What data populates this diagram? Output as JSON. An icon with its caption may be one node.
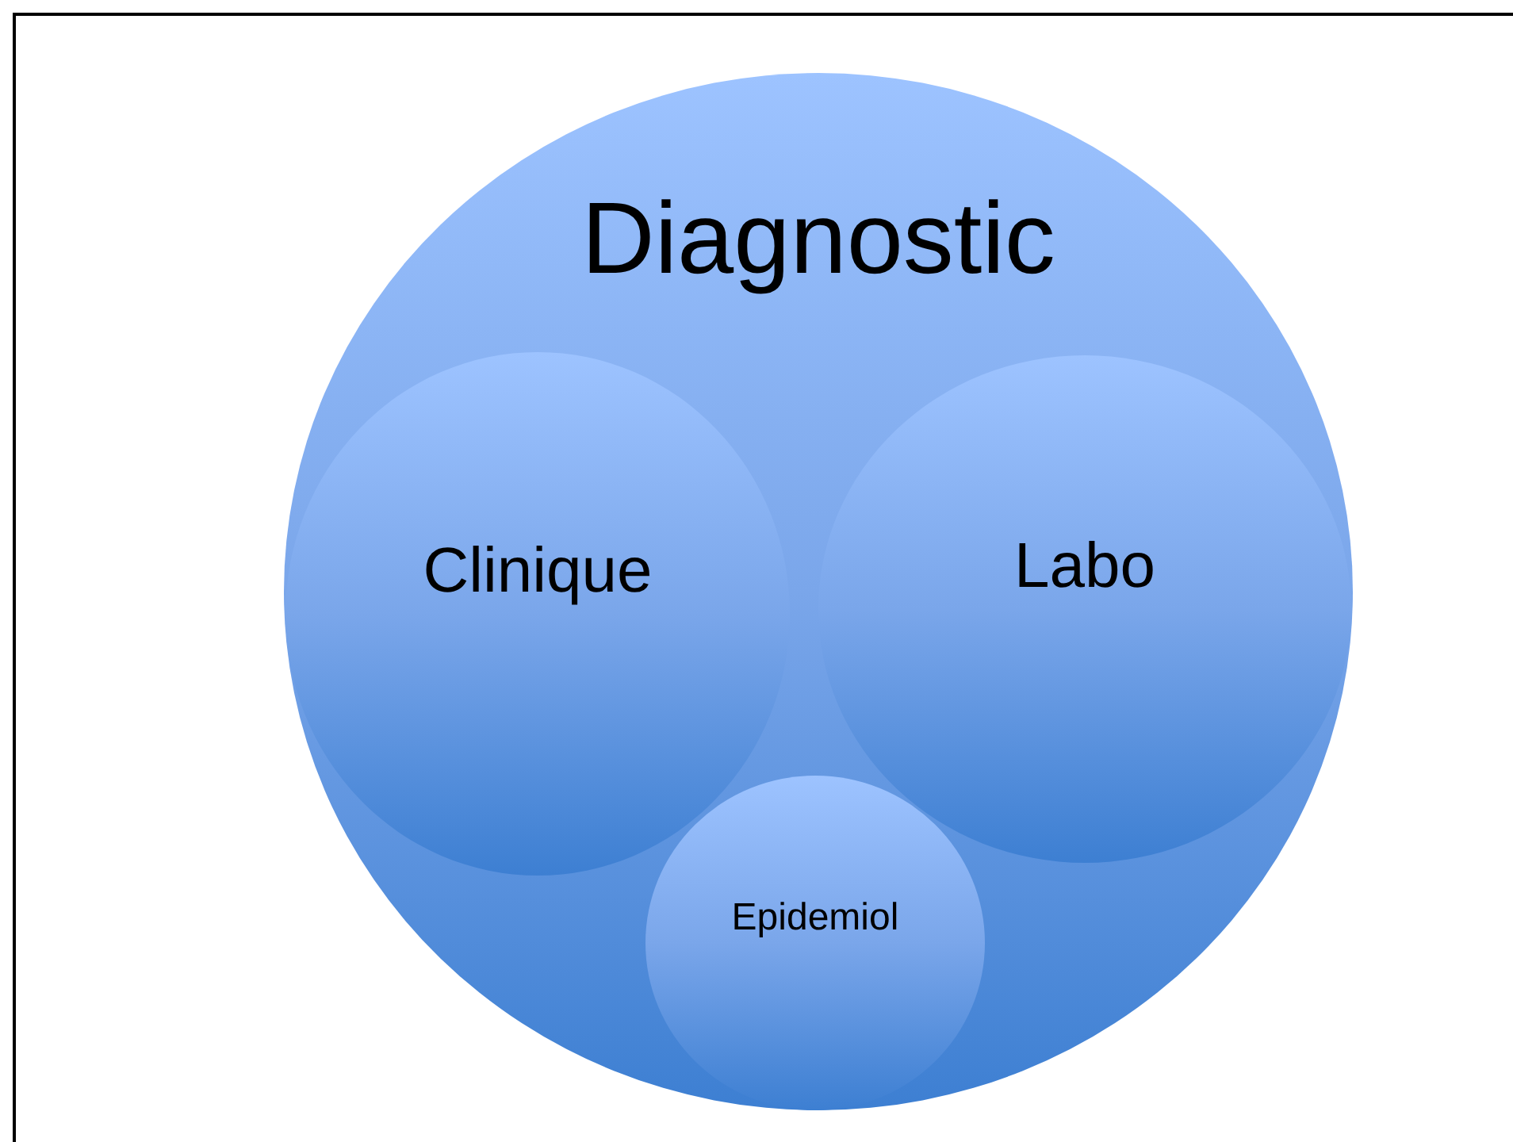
{
  "diagram": {
    "nodes": [
      {
        "text": [
          "Diagnostic"
        ]
      },
      {
        "text": [
          "Clinique"
        ],
        "in": 0
      },
      {
        "text": [
          "Labo"
        ],
        "in": 0
      },
      {
        "text": [
          "Epidemiol"
        ],
        "in": 0
      }
    ]
  }
}
